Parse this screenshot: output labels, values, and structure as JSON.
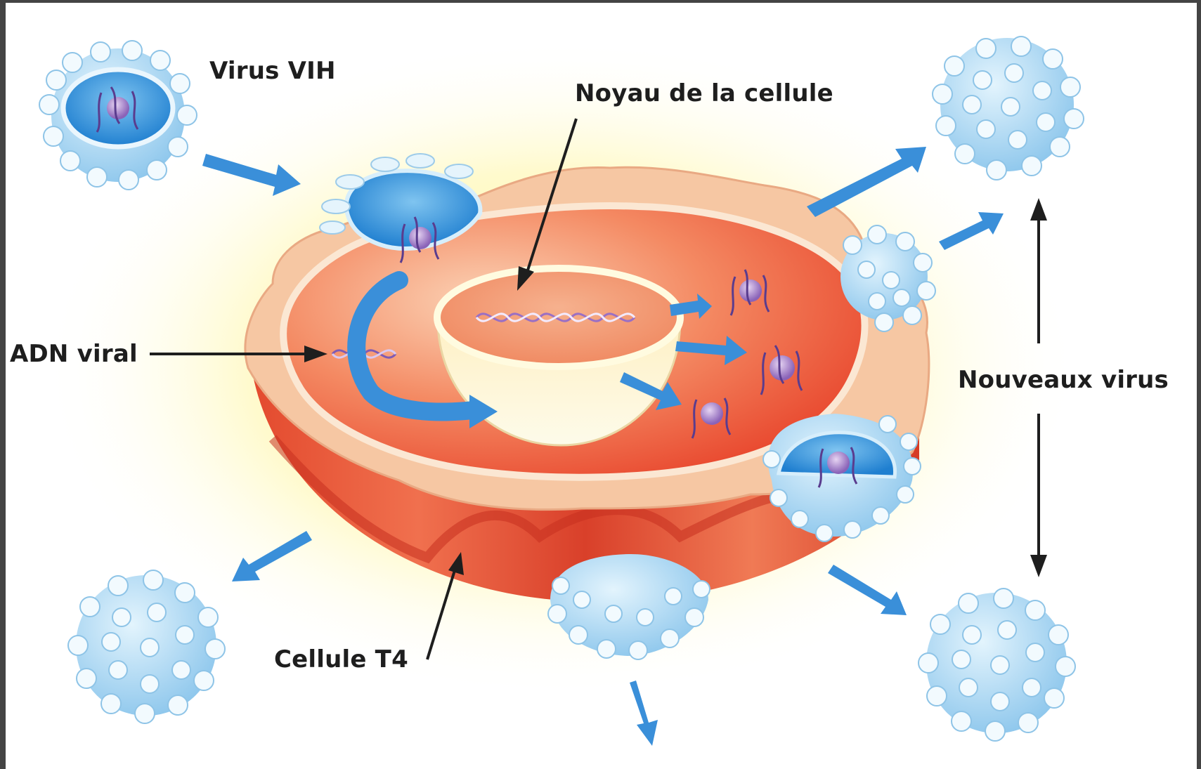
{
  "labels": {
    "virus": "Virus VIH",
    "nucleus": "Noyau de la cellule",
    "viral_dna": "ADN viral",
    "new_viruses": "Nouveaux virus",
    "t4_cell": "Cellule T4"
  },
  "colors": {
    "background_frame": "#444444",
    "glow": "#fff59a",
    "cell_outer": "#e8593a",
    "cell_rim": "#f7cfae",
    "cytoplasm": "#f26b45",
    "nucleus_shell": "#fff3c4",
    "virus_fill": "#bfe3f7",
    "virus_core": "#2a8fd6",
    "arrow_blue": "#3a8fd9",
    "label_text": "#1e1e1e"
  }
}
